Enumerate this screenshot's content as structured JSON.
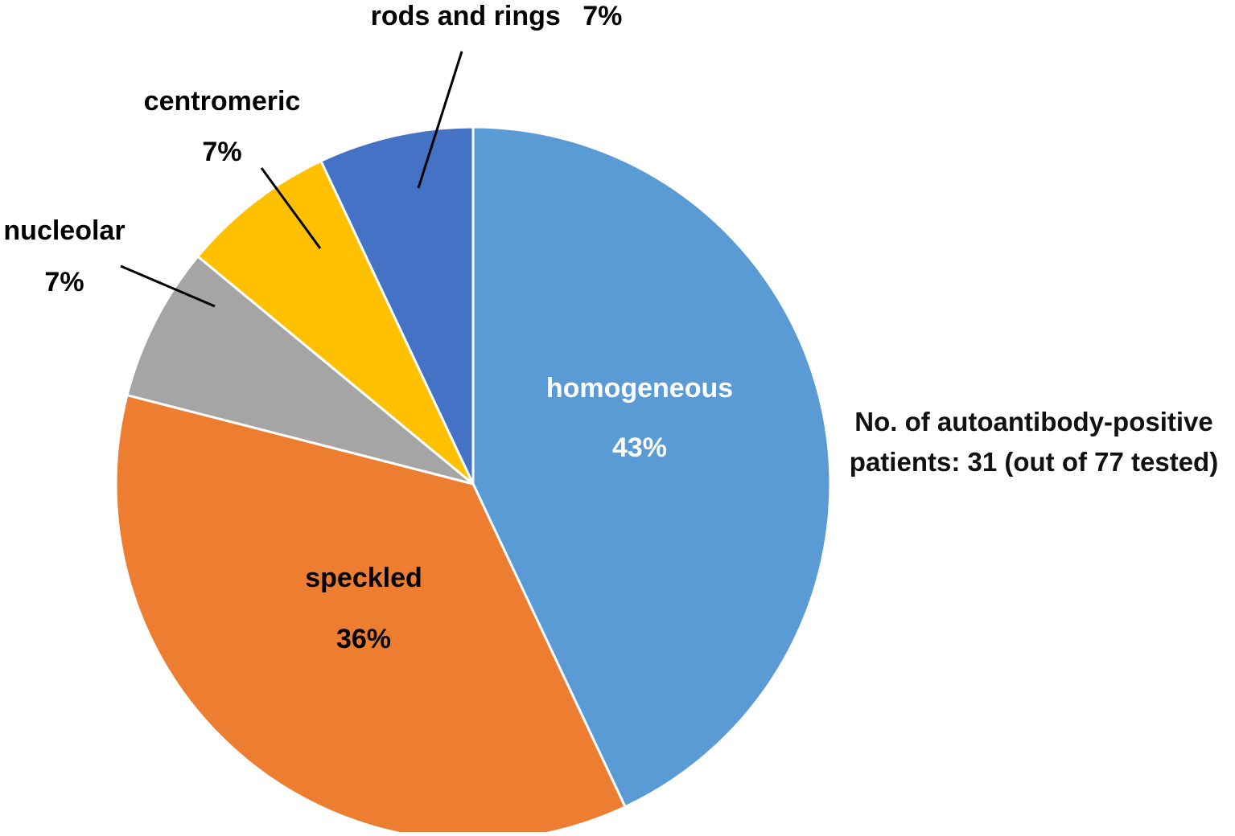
{
  "chart_data": {
    "type": "pie",
    "slices": [
      {
        "label": "homogeneous",
        "value_label": "43%",
        "value": 43,
        "color": "#5b9bd5",
        "text_color": "#ffffff"
      },
      {
        "label": "speckled",
        "value_label": "36%",
        "value": 36,
        "color": "#ed7d31",
        "text_color": "#000000"
      },
      {
        "label": "nucleolar",
        "value_label": "7%",
        "value": 7,
        "color": "#a5a5a5",
        "text_color": "#000000"
      },
      {
        "label": "centromeric",
        "value_label": "7%",
        "value": 7,
        "color": "#ffc000",
        "text_color": "#000000"
      },
      {
        "label": "rods and rings",
        "value_label": "7%",
        "value": 7,
        "color": "#4472c4",
        "text_color": "#000000"
      }
    ],
    "start_angle": "12 o'clock",
    "direction": "clockwise"
  },
  "annotation": {
    "line1": "No. of  autoantibody-positive",
    "line2": "patients: 31 (out of 77 tested)"
  }
}
